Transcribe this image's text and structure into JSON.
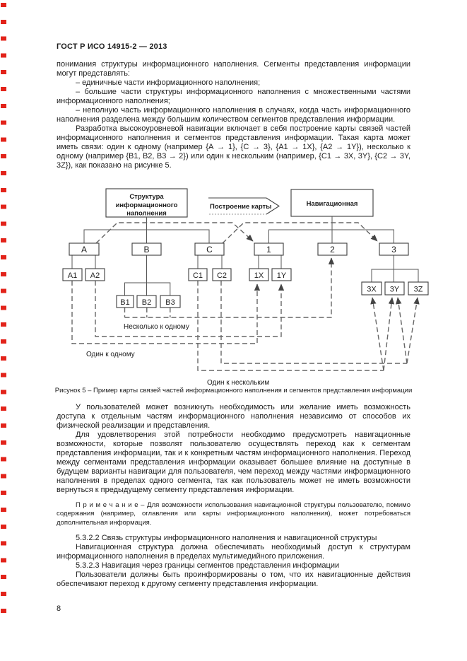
{
  "page": {
    "header": "ГОСТ Р ИСО 14915-2 — 2013",
    "page_number": "8",
    "edge_mark_color": "#e2231a"
  },
  "intro": {
    "lead": "понимания структуры информационного наполнения. Сегменты представления информации могут представлять:",
    "bullets": [
      "–  единичные части информационного наполнения;",
      "–  большие части структуры информационного наполнения с множественными частями информационного наполнения;",
      "–  неполную часть информационного наполнения в случаях, когда часть информационного наполнения разделена между большим количеством сегментов представления информации."
    ],
    "development": "Разработка высокоуровневой навигации включает в себя построение карты связей частей информационного наполнения и сегментов представления информации. Такая карта может иметь связи: один к одному (например {А → 1}, {С → 3}, {А1 → 1X}, {А2 → 1Y}), несколько к одному (например {В1, В2, В3 → 2}) или один к нескольким (например, {С1 → 3X, 3Y}, {С2 → 3Y, 3Z}), как показано на рисунке 5."
  },
  "figure": {
    "caption": "Рисунок 5 – Пример карты связей частей информационного наполнения и сегментов представления информации",
    "struct_lines": [
      "Структура",
      "информационного",
      "наполнения"
    ],
    "arrow_label": "Построение карты",
    "nav_label": "Навигационная",
    "nodes": {
      "a": "A",
      "b": "B",
      "c": "C",
      "a1": "A1",
      "a2": "A2",
      "b1": "B1",
      "b2": "B2",
      "b3": "B3",
      "c1": "C1",
      "c2": "C2",
      "n1": "1",
      "n2": "2",
      "n3": "3",
      "x1": "1X",
      "y1": "1Y",
      "x3": "3X",
      "y3": "3Y",
      "z3": "3Z"
    },
    "labels": {
      "many_to_one": "Несколько к одному",
      "one_to_one": "Один к одному",
      "one_to_many": "Один к нескольким"
    }
  },
  "body": {
    "p_access": "У пользователей может возникнуть необходимость или желание иметь возможность доступа к отдельным частям информационного наполнения независимо от способов их физической реализации и представления.",
    "p_nav": "Для удовлетворения этой потребности необходимо предусмотреть навигационные возможности, которые позволят пользователю осуществлять переход как к сегментам представления информации, так и к конкретным частям информационного наполнения. Переход между сегментами представления информации оказывает большее влияние на доступные в будущем варианты навигации для пользователя, чем переход между частями информационного наполнения в пределах одного сегмента, так как пользователь может не иметь возможности вернуться к предыдущему сегменту представления информации.",
    "note": "П р и м е ч а н и е – Для возможности использования навигационной структуры пользователю, помимо содержания (например, оглавления или карты информационного наполнения), может потребоваться дополнительная информация.",
    "h_5322": "5.3.2.2 Связь структуры информационного наполнения и навигационной структуры",
    "p_5322": "Навигационная структура должна обеспечивать необходимый доступ к структурам информационного наполнения в пределах мультимедийного приложения.",
    "h_5323": "5.3.2.3 Навигация через границы сегментов представления информации",
    "p_5323": "Пользователи должны быть проинформированы о том, что их навигационные действия обеспечивают переход к другому сегменту представления информации."
  }
}
